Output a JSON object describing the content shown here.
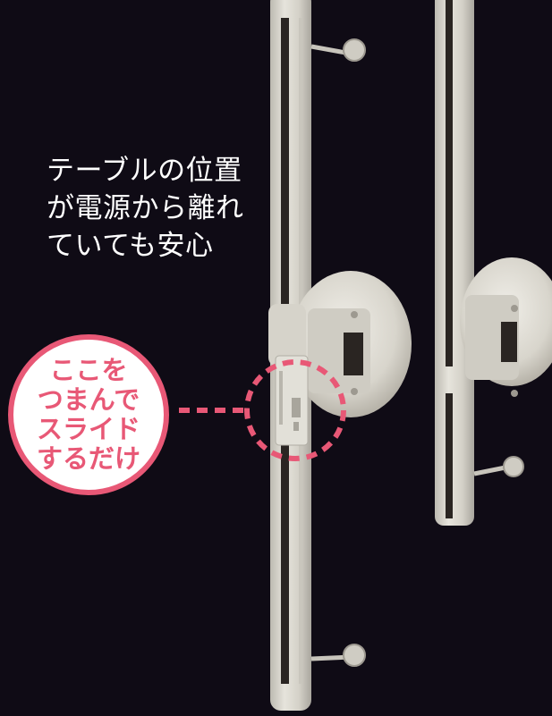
{
  "caption": {
    "lines": [
      "テーブルの位置",
      "が電源から離れ",
      "ていても安心"
    ]
  },
  "badge": {
    "lines": [
      "ここを",
      "つまんで",
      "スライド",
      "するだけ"
    ]
  },
  "colors": {
    "background": "#0f0b15",
    "caption_text": "#ffffff",
    "accent_pink": "#e85876",
    "badge_fill": "#ffffff",
    "rail_body": "#dcdad2",
    "rail_slot": "#2a2522"
  }
}
